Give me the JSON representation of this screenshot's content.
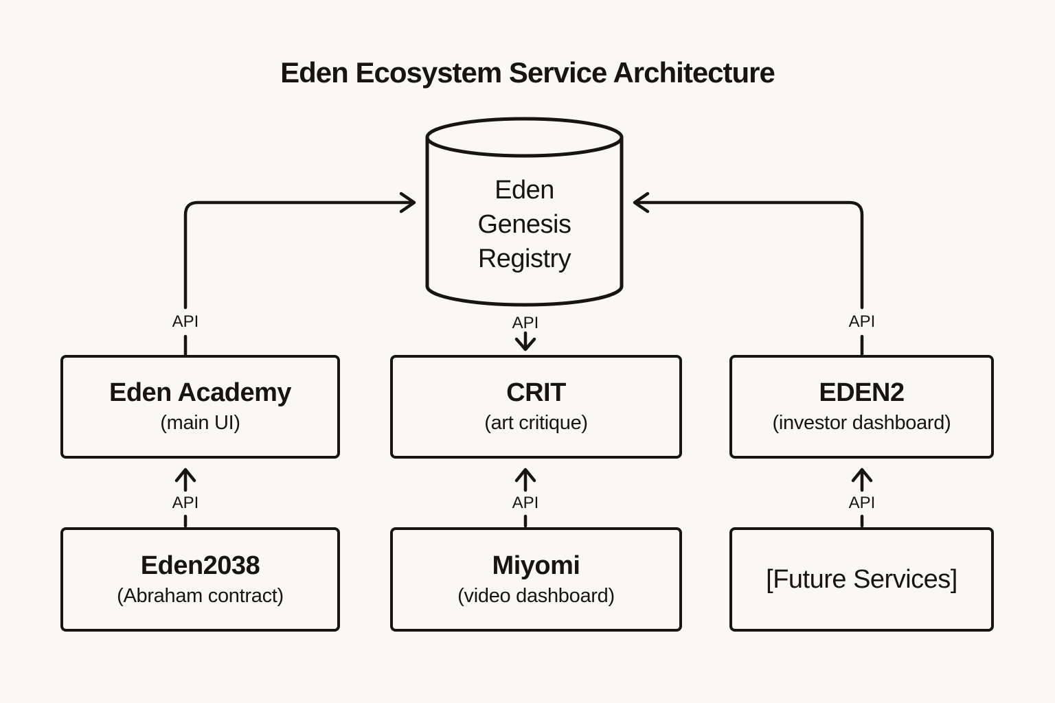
{
  "title": "Eden Ecosystem Service Architecture",
  "colors": {
    "background": "#FAF8F3",
    "ink": "#171412"
  },
  "registry": {
    "shape": "database-cylinder",
    "label_lines": [
      "Eden",
      "Genesis",
      "Registry"
    ]
  },
  "services": [
    {
      "name": "Eden Academy",
      "subtitle": "(main UI)"
    },
    {
      "name": "CRIT",
      "subtitle": "(art critique)"
    },
    {
      "name": "EDEN2",
      "subtitle": "(investor dashboard)"
    },
    {
      "name": "Eden2038",
      "subtitle": "(Abraham contract)"
    },
    {
      "name": "Miyomi",
      "subtitle": "(video dashboard)"
    },
    {
      "name": "[Future Services]",
      "subtitle": ""
    }
  ],
  "connectors": [
    {
      "from": "Eden Academy",
      "to": "Eden Genesis Registry",
      "label": "API"
    },
    {
      "from": "Eden Genesis Registry",
      "to": "CRIT",
      "label": "API"
    },
    {
      "from": "EDEN2",
      "to": "Eden Genesis Registry",
      "label": "API"
    },
    {
      "from": "Eden2038",
      "to": "Eden Academy",
      "label": "API"
    },
    {
      "from": "Miyomi",
      "to": "CRIT",
      "label": "API"
    },
    {
      "from": "[Future Services]",
      "to": "EDEN2",
      "label": "API"
    }
  ]
}
